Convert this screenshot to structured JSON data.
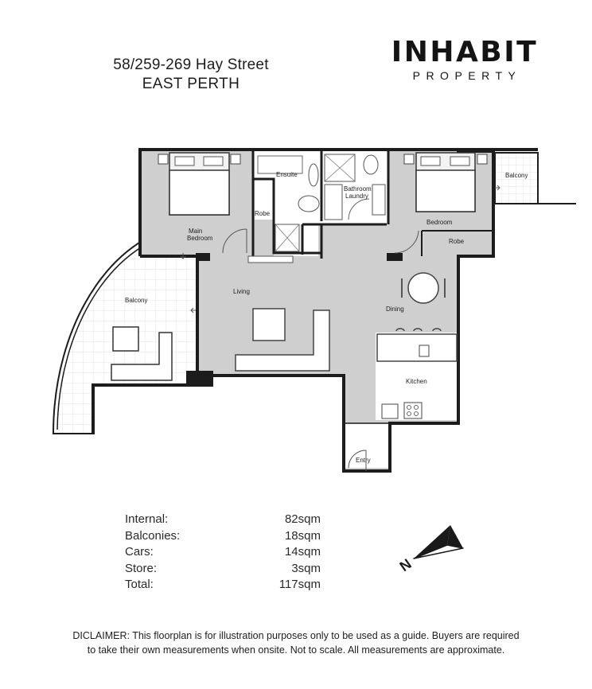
{
  "header": {
    "address_line1": "58/259-269 Hay Street",
    "address_line2": "EAST PERTH",
    "brand_name": "INHABIT",
    "brand_sub": "PROPERTY"
  },
  "floorplan": {
    "rooms": {
      "ensuite": "Ensuite",
      "robe_main": "Robe",
      "main_bedroom_1": "Main",
      "main_bedroom_2": "Bedroom",
      "bathroom_1": "Bathroom",
      "bathroom_2": "Laundry",
      "bedroom": "Bedroom",
      "robe_second": "Robe",
      "balcony_small": "Balcony",
      "balcony_large": "Balcony",
      "living": "Living",
      "dining": "Dining",
      "kitchen": "Kitchen",
      "entry": "Entry"
    }
  },
  "areas": [
    {
      "label": "Internal:",
      "value": "82sqm"
    },
    {
      "label": "Balconies:",
      "value": "18sqm"
    },
    {
      "label": "Cars:",
      "value": "14sqm"
    },
    {
      "label": "Store:",
      "value": "3sqm"
    },
    {
      "label": "Total:",
      "value": "117sqm"
    }
  ],
  "compass": {
    "letter": "N"
  },
  "disclaimer": "DICLAIMER: This floorplan is for illustration purposes only to be used as a guide. Buyers are required to take their own measurements when onsite. Not to scale. All measurements are approximate.",
  "colors": {
    "floor": "#cfcfcf",
    "wall": "#1c1c1c",
    "balcony_grid": "#e3e3e3"
  }
}
